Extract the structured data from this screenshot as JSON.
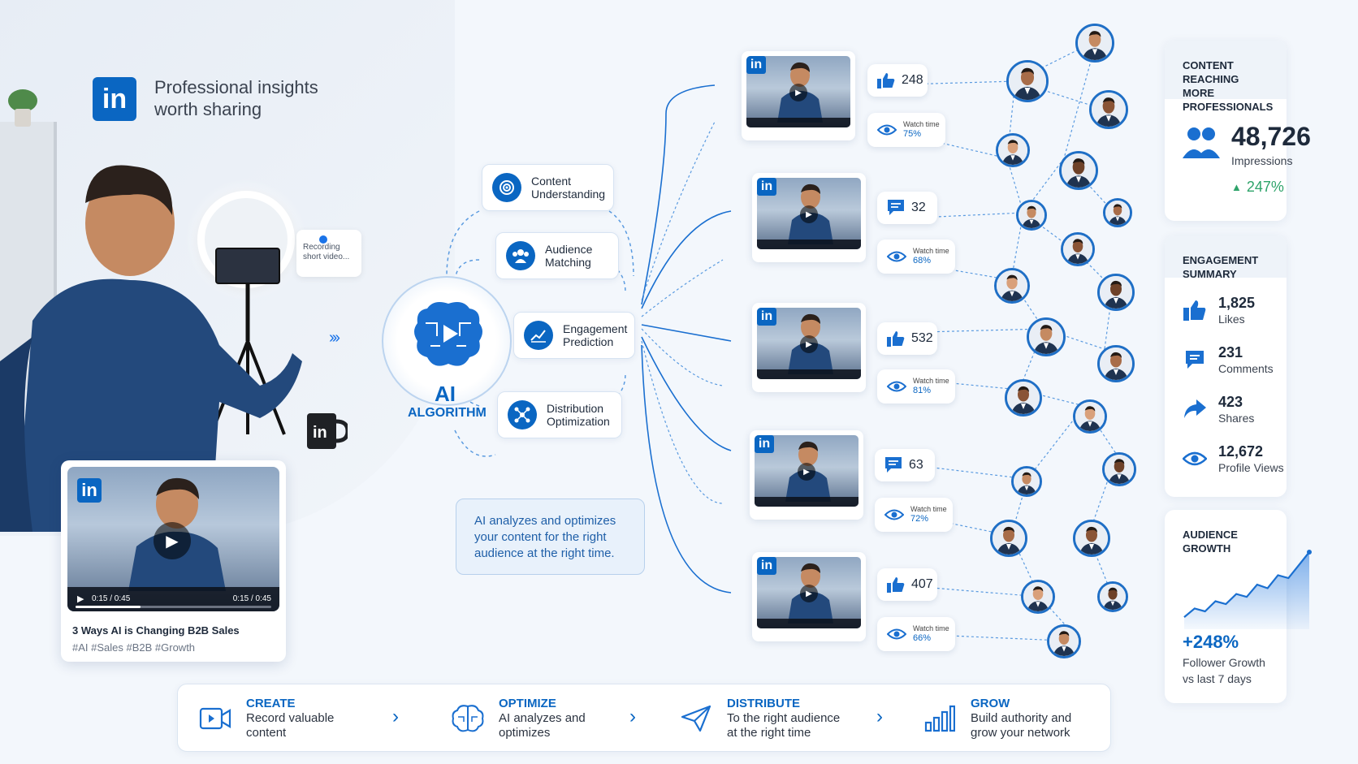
{
  "brand": {
    "title_line1": "Professional insights",
    "title_line2": "worth sharing"
  },
  "recording_note": {
    "line1": "Recording",
    "line2": "short video..."
  },
  "featured_video": {
    "title": "3 Ways AI is Changing B2B Sales",
    "hashtags": "#AI #Sales #B2B #Growth",
    "time_left": "0:15 / 0:45",
    "time_right": "0:15 / 0:45",
    "progress": 0.33
  },
  "algorithm": {
    "steps": [
      {
        "line1": "Content",
        "line2": "Understanding"
      },
      {
        "line1": "Audience",
        "line2": "Matching"
      },
      {
        "line1": "Engagement",
        "line2": "Prediction"
      },
      {
        "line1": "Distribution",
        "line2": "Optimization"
      }
    ],
    "label_big": "AI",
    "label_small": "ALGORITHM",
    "explain_1": "AI analyzes and optimizes",
    "explain_2": "your content for the right",
    "explain_3": "audience at the right time."
  },
  "posts": [
    {
      "metric_icon": "thumbs-up-icon",
      "metric": "248",
      "watch_label": "Watch time",
      "watch_value": "75%"
    },
    {
      "metric_icon": "comment-icon",
      "metric": "32",
      "watch_label": "Watch time",
      "watch_value": "68%"
    },
    {
      "metric_icon": "thumbs-up-icon",
      "metric": "532",
      "watch_label": "Watch time",
      "watch_value": "81%"
    },
    {
      "metric_icon": "comment-icon",
      "metric": "63",
      "watch_label": "Watch time",
      "watch_value": "72%"
    },
    {
      "metric_icon": "thumbs-up-icon",
      "metric": "407",
      "watch_label": "Watch time",
      "watch_value": "66%"
    }
  ],
  "reach_panel": {
    "title_1": "CONTENT REACHING",
    "title_2": "MORE PROFESSIONALS",
    "impressions": "48,726",
    "impressions_label": "Impressions",
    "growth": "247%"
  },
  "engagement": {
    "title": "ENGAGEMENT SUMMARY",
    "rows": [
      {
        "icon": "thumbs-up-icon",
        "value": "1,825",
        "label": "Likes"
      },
      {
        "icon": "comment-icon",
        "value": "231",
        "label": "Comments"
      },
      {
        "icon": "share-icon",
        "value": "423",
        "label": "Shares"
      },
      {
        "icon": "eye-icon",
        "value": "12,672",
        "label": "Profile Views"
      }
    ]
  },
  "audience": {
    "title": "AUDIENCE GROWTH",
    "value": "+248%",
    "label_1": "Follower Growth",
    "label_2": "vs last 7 days",
    "trend": [
      0.1,
      0.22,
      0.18,
      0.32,
      0.28,
      0.42,
      0.38,
      0.55,
      0.5,
      0.68,
      0.64,
      0.82,
      1.0
    ]
  },
  "workflow": [
    {
      "icon": "video-camera-icon",
      "title": "CREATE",
      "line1": "Record valuable",
      "line2": "content"
    },
    {
      "icon": "brain-icon",
      "title": "OPTIMIZE",
      "line1": "AI analyzes and",
      "line2": "optimizes"
    },
    {
      "icon": "paper-plane-icon",
      "title": "DISTRIBUTE",
      "line1": "To the right audience",
      "line2": "at the right time"
    },
    {
      "icon": "bar-chart-icon",
      "title": "GROW",
      "line1": "Build authority and",
      "line2": "grow your network"
    }
  ],
  "colors": {
    "accent": "#0a66c2",
    "growth": "#2ea36a",
    "background": "#f3f7fc"
  }
}
